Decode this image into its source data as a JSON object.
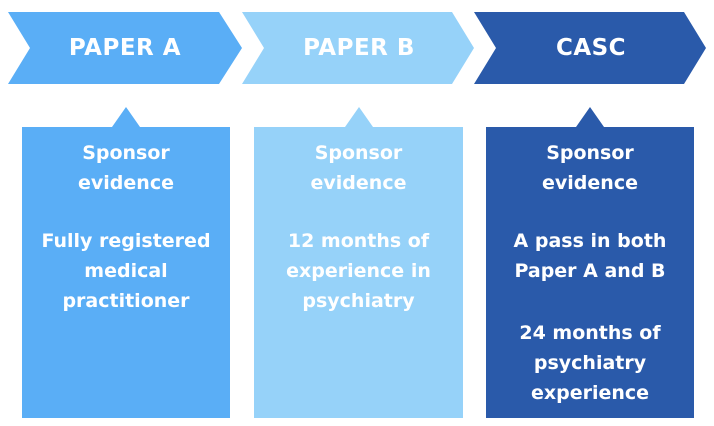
{
  "steps": [
    {
      "title": "PAPER A",
      "sponsor": "Sponsor\nevidence",
      "requirement": "Fully registered\nmedical\npractitioner",
      "extra": "",
      "color": "#5aaef6"
    },
    {
      "title": "PAPER B",
      "sponsor": "Sponsor\nevidence",
      "requirement": "12 months of\nexperience in\npsychiatry",
      "extra": "",
      "color": "#96d2f9"
    },
    {
      "title": "CASC",
      "sponsor": "Sponsor\nevidence",
      "requirement": "A pass in both\nPaper A and B",
      "extra": "24 months of\npsychiatry\nexperience",
      "color": "#2a5aaa"
    }
  ]
}
